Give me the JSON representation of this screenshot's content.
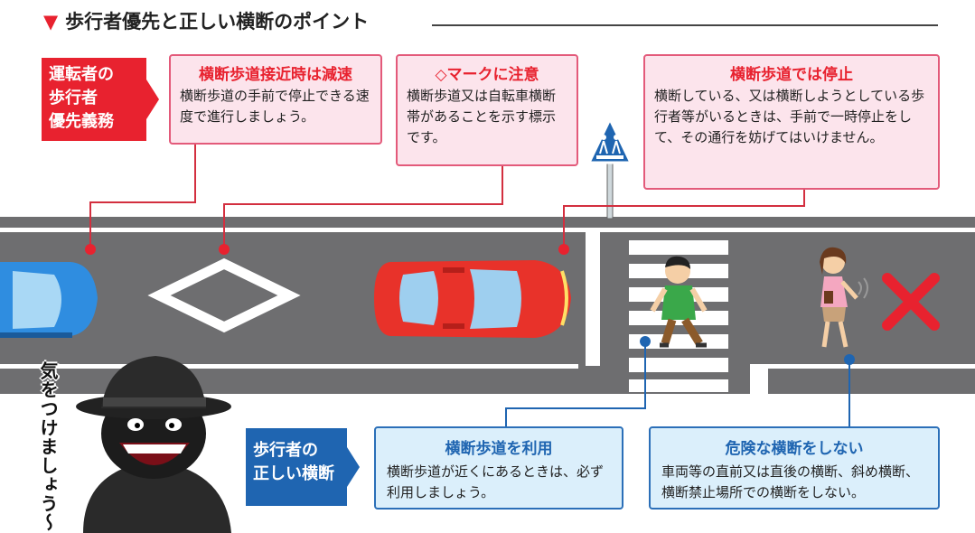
{
  "header": {
    "marker": "▼",
    "title": "歩行者優先と正しい横断のポイント"
  },
  "driver_section": {
    "badge_lines": [
      "運転者の",
      "歩行者",
      "優先義務"
    ],
    "points": [
      {
        "title": "横断歩道接近時は減速",
        "body": "横断歩道の手前で停止できる速度で進行しましょう。"
      },
      {
        "title": "◇マークに注意",
        "body": "横断歩道又は自転車横断帯があることを示す標示です。"
      },
      {
        "title": "横断歩道では停止",
        "body": "横断している、又は横断しようとしている歩行者等がいるときは、手前で一時停止をして、その通行を妨げてはいけません。"
      }
    ]
  },
  "pedestrian_section": {
    "badge_lines": [
      "歩行者の",
      "正しい横断"
    ],
    "points": [
      {
        "title": "横断歩道を利用",
        "body": "横断歩道が近くにあるときは、必ず利用しましょう。"
      },
      {
        "title": "危険な横断をしない",
        "body": "車両等の直前又は直後の横断、斜め横断、横断禁止場所での横断をしない。"
      }
    ]
  },
  "character_caption": "気をつけましょう〜",
  "colors": {
    "red": "#e8222f",
    "blue": "#1f65b1",
    "pink_bg": "#fce4ec",
    "light_blue_bg": "#dbeffb",
    "road": "#6e6e70"
  }
}
